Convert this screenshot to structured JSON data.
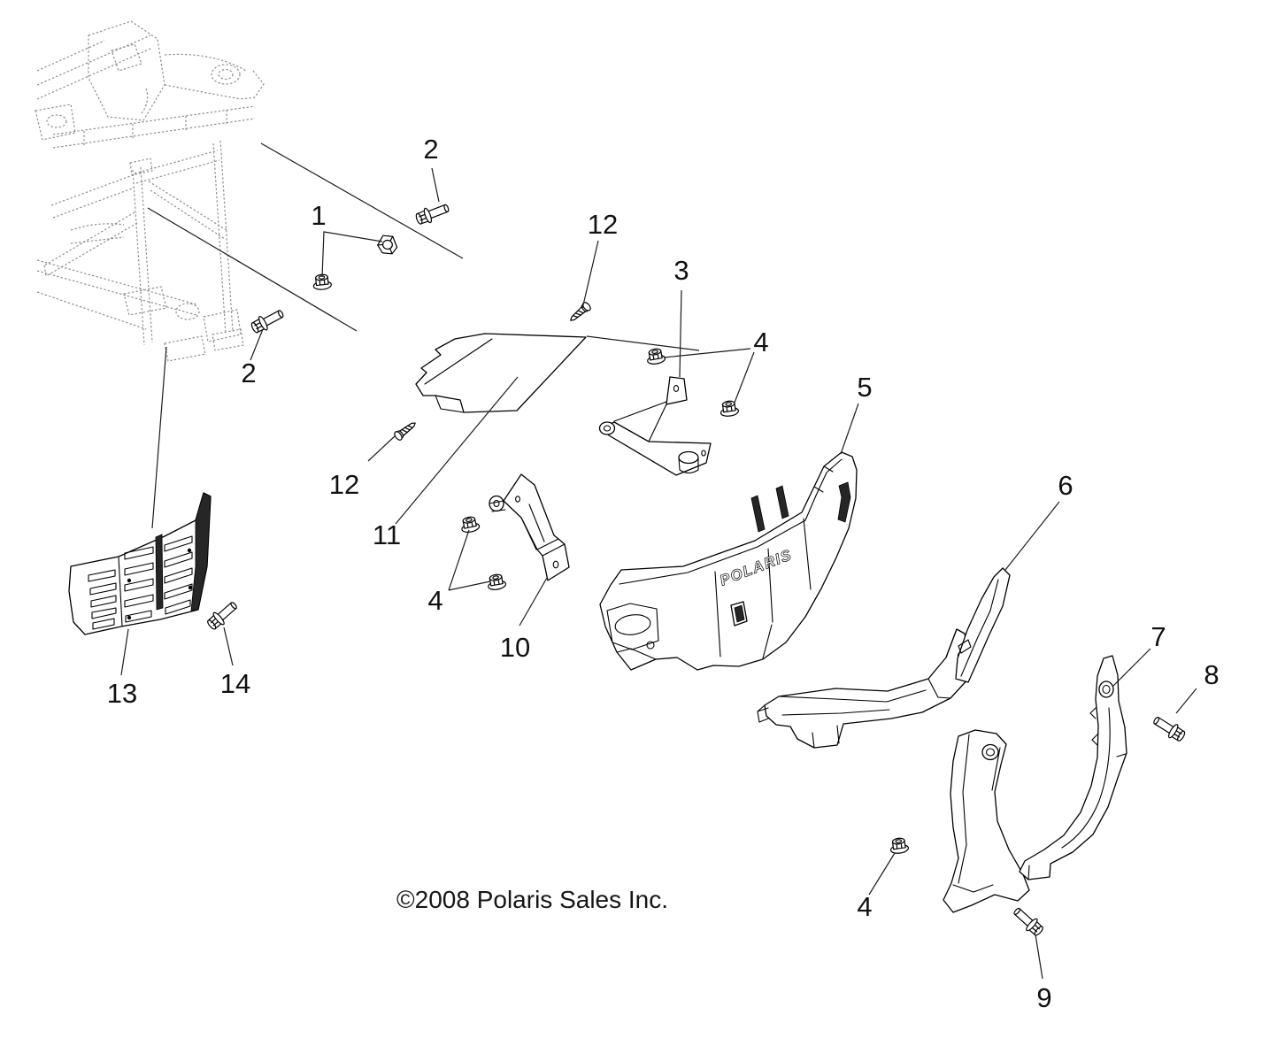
{
  "diagram": {
    "title_hidden": "",
    "copyright": "©2008 Polaris Sales Inc.",
    "bumper_logo": "POLARIS",
    "colors": {
      "line": "#000000",
      "sketch_line": "#8f8f8f",
      "background": "#ffffff",
      "dark_fill": "#262626"
    },
    "callouts": [
      {
        "ref": "2"
      },
      {
        "ref": "1"
      },
      {
        "ref": "12"
      },
      {
        "ref": "3"
      },
      {
        "ref": "4"
      },
      {
        "ref": "5"
      },
      {
        "ref": "2"
      },
      {
        "ref": "12"
      },
      {
        "ref": "11"
      },
      {
        "ref": "6"
      },
      {
        "ref": "4"
      },
      {
        "ref": "10"
      },
      {
        "ref": "7"
      },
      {
        "ref": "8"
      },
      {
        "ref": "13"
      },
      {
        "ref": "14"
      },
      {
        "ref": "4"
      },
      {
        "ref": "9"
      }
    ]
  }
}
